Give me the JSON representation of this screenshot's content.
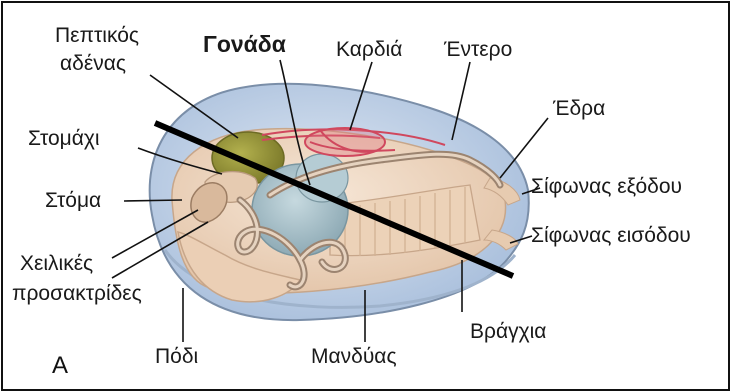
{
  "labels": {
    "digestive_gland_1": "Πεπτικός",
    "digestive_gland_2": "αδένας",
    "gonad": "Γονάδα",
    "heart": "Καρδιά",
    "intestine": "Έντερο",
    "anus": "Έδρα",
    "stomach": "Στομάχι",
    "mouth": "Στόμα",
    "exhalant_siphon": "Σίφωνας εξόδου",
    "inhalant_siphon": "Σίφωνας εισόδου",
    "labial_palps_1": "Χειλικές",
    "labial_palps_2": "προσακτρίδες",
    "foot": "Πόδι",
    "mantle": "Μανδύας",
    "gills": "Βράγχια",
    "panel_letter": "A"
  },
  "colors": {
    "frame": "#111111",
    "shell": "#b9cde6",
    "body": "#efd9c4",
    "digestive_gland": "#9c9a3c",
    "gonad": "#a9c3cc",
    "heart_vessels": "#d0485e",
    "intestine_tube": "#d8c0aa"
  }
}
